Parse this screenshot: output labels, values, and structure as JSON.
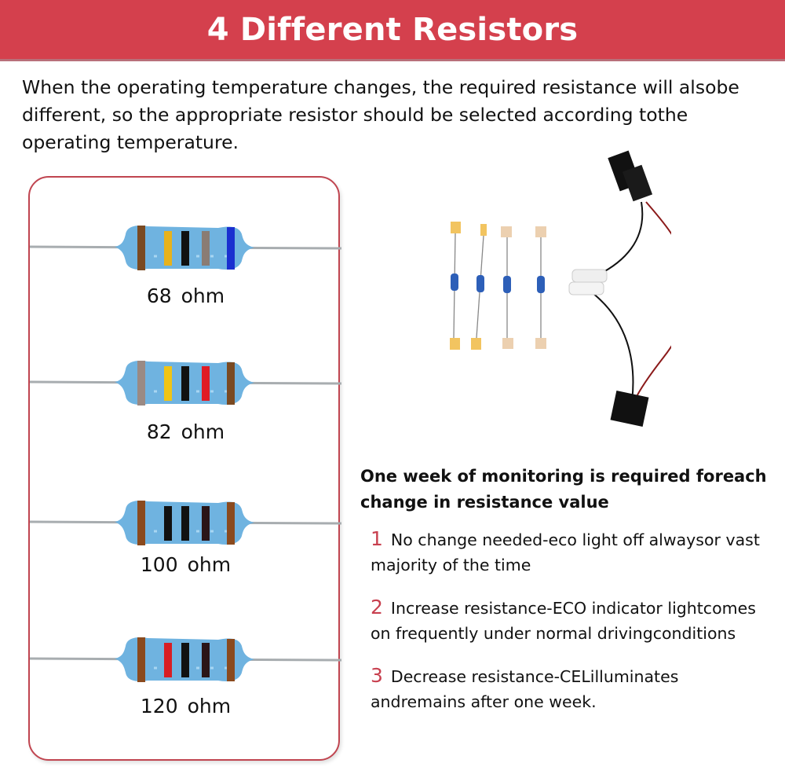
{
  "header": {
    "title": "4 Different Resistors"
  },
  "intro": {
    "text": "When the operating temperature changes, the required resistance will alsobe different, so the appropriate resistor should be selected according tothe operating temperature."
  },
  "resistors": [
    {
      "label": "68 ohm",
      "bands": [
        "#7a4a22",
        "#e8b21c",
        "#111111",
        "#8a7c74",
        "#1a2fd0"
      ]
    },
    {
      "label": "82 ohm",
      "bands": [
        "#9a8a84",
        "#f0c414",
        "#111111",
        "#e01b24",
        "#7a4a22"
      ]
    },
    {
      "label": "100 ohm",
      "bands": [
        "#8a4a1e",
        "#111111",
        "#111111",
        "#2a1518",
        "#8a4a1e"
      ]
    },
    {
      "label": "120 ohm",
      "bands": [
        "#8a4a1e",
        "#d81e24",
        "#111111",
        "#2a1518",
        "#8a4a1e"
      ]
    }
  ],
  "colors": {
    "accent": "#d4404d",
    "resistor_body": "#6fb3e0",
    "card_border": "#c04550"
  },
  "notes": {
    "heading": "One week of monitoring is required foreach change in resistance value",
    "items": [
      {
        "num": "1",
        "text": "No change needed-eco light off alwaysor vast majority of the time"
      },
      {
        "num": "2",
        "text": "Increase resistance-ECO indicator lightcomes on frequently under normal drivingconditions"
      },
      {
        "num": "3",
        "text": "Decrease resistance-CELilluminates andremains after one week."
      }
    ]
  }
}
